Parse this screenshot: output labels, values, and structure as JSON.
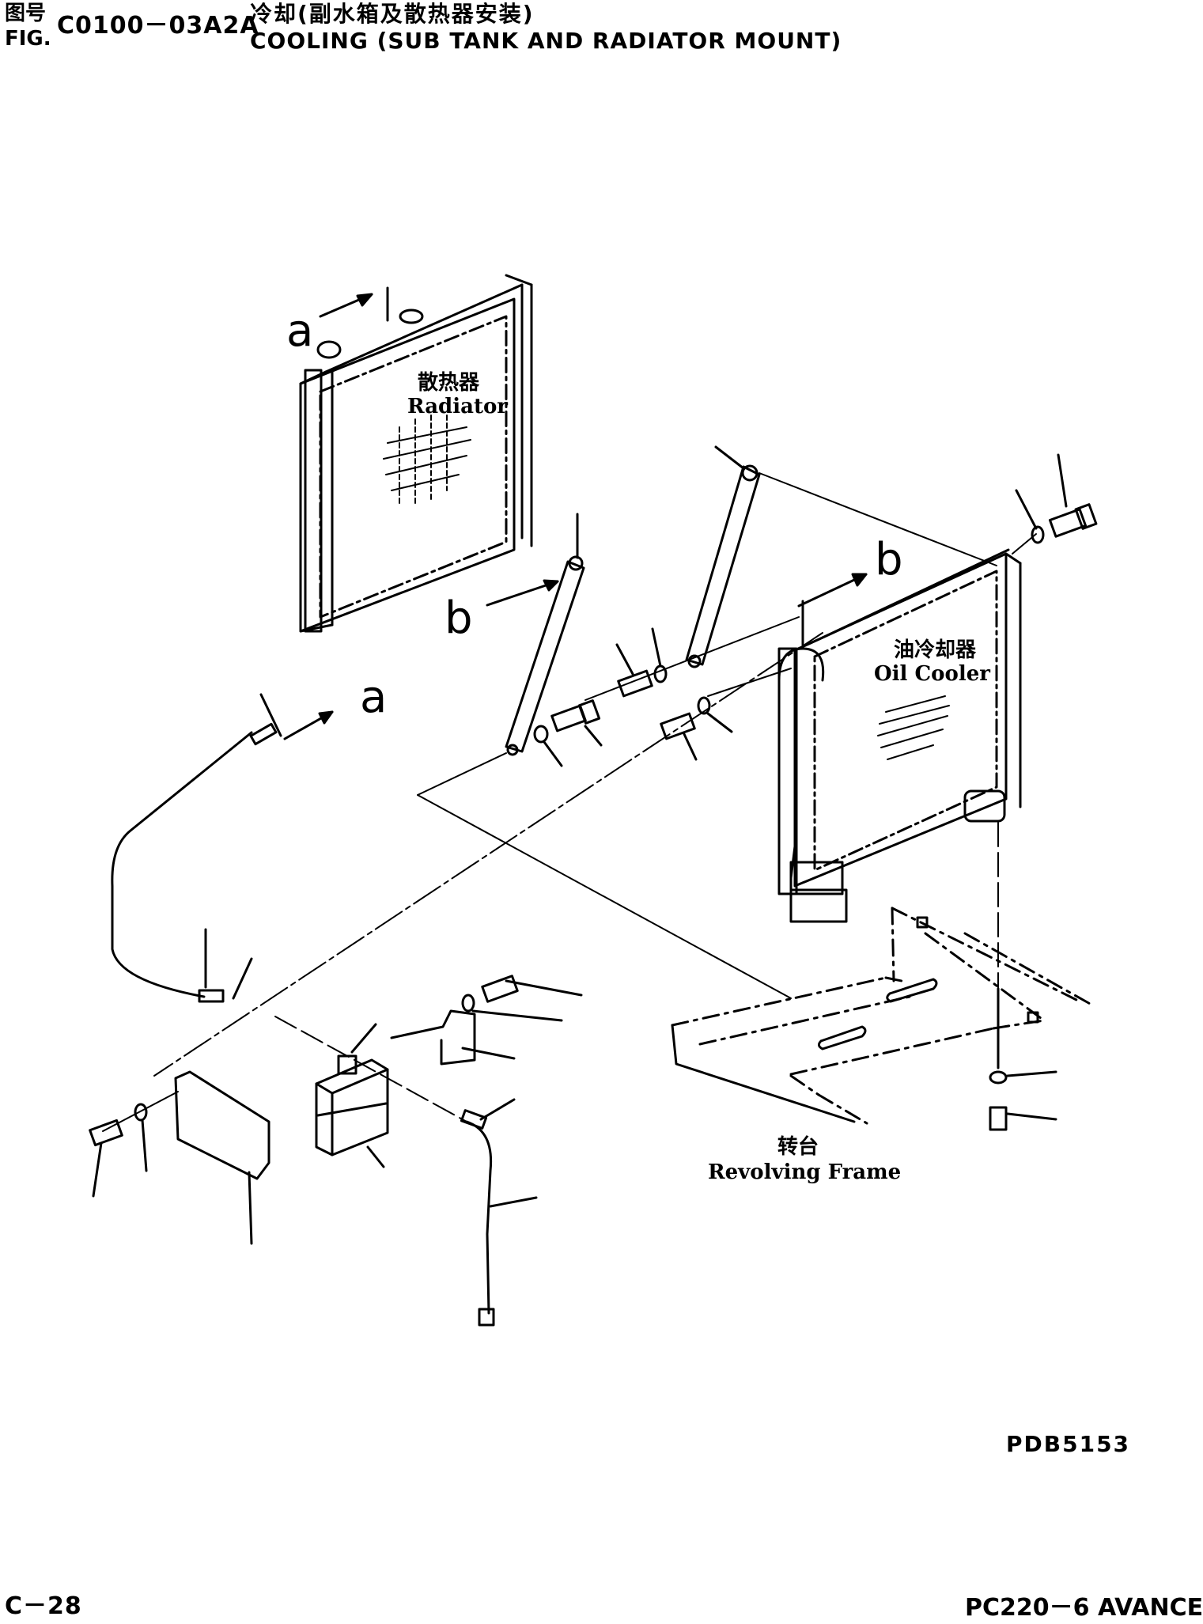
{
  "header": {
    "fig_label_zh": "图号",
    "fig_label_en": "FIG.",
    "fig_code": "C0100－03A2A",
    "title_zh": "冷却(副水箱及散热器安装)",
    "title_en": "COOLING (SUB TANK AND RADIATOR MOUNT)"
  },
  "labels": {
    "radiator_zh": "散热器",
    "radiator_en": "Radiator",
    "oil_cooler_zh": "油冷却器",
    "oil_cooler_en": "Oil Cooler",
    "revolving_frame_zh": "转台",
    "revolving_frame_en": "Revolving Frame",
    "ref_a": "a",
    "ref_b": "b"
  },
  "footer": {
    "drawing_no": "PDB5153",
    "page": "C－28",
    "model": "PC220－6 AVANCE"
  }
}
